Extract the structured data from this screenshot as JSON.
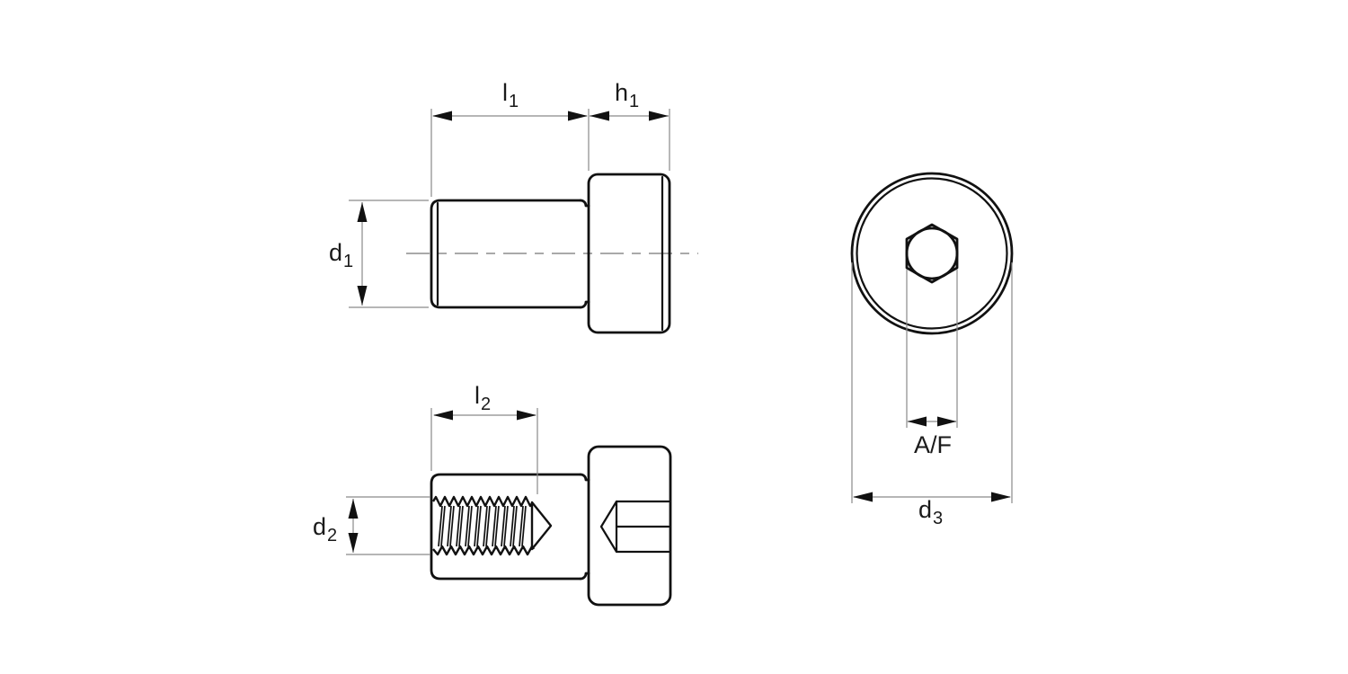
{
  "labels": {
    "l1": {
      "base": "l",
      "sub": "1"
    },
    "h1": {
      "base": "h",
      "sub": "1"
    },
    "d1": {
      "base": "d",
      "sub": "1"
    },
    "l2": {
      "base": "l",
      "sub": "2"
    },
    "d2": {
      "base": "d",
      "sub": "2"
    },
    "d3": {
      "base": "d",
      "sub": "3"
    },
    "af": {
      "text": "A/F"
    }
  },
  "colors": {
    "background": "#ffffff",
    "outline": "#111111",
    "dimension": "#8a8a8a",
    "centerline": "#a9a9a9",
    "text": "#1a1a1a"
  }
}
